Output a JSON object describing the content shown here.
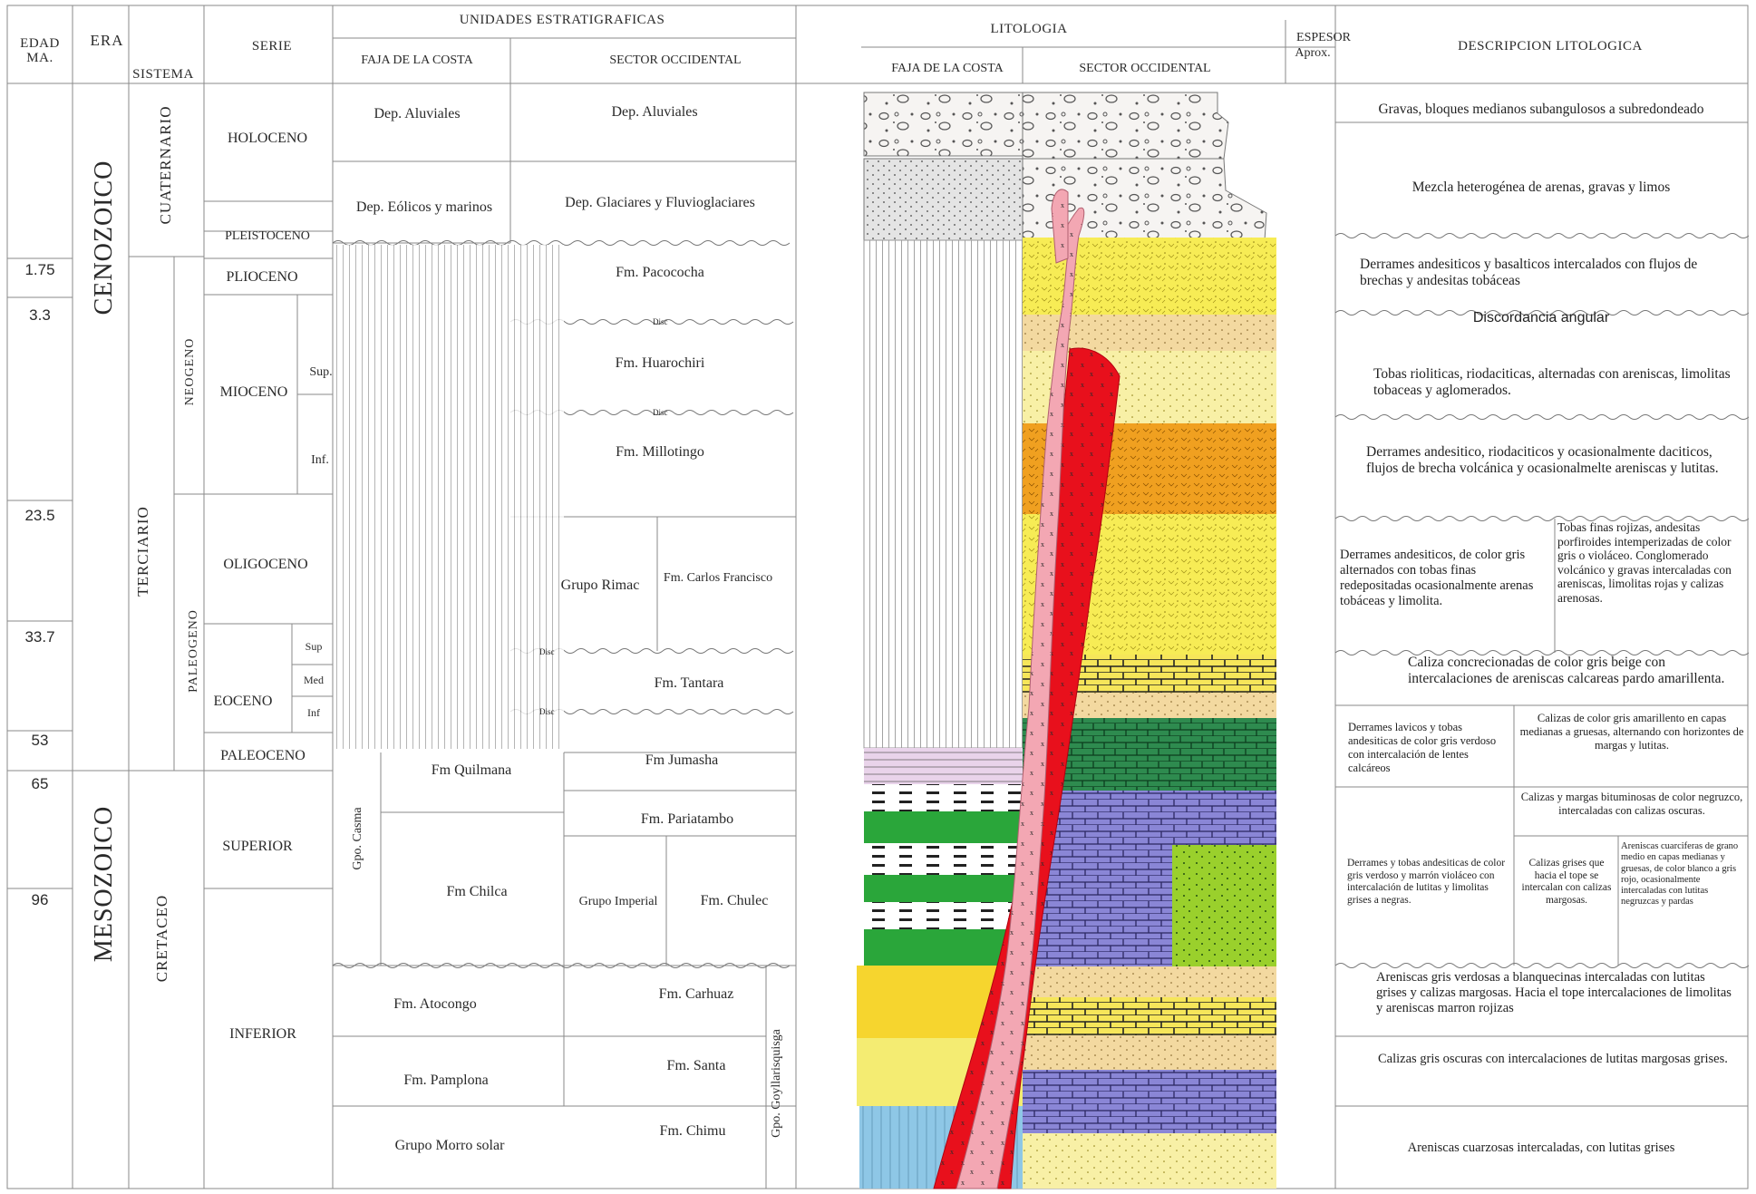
{
  "headers": {
    "edad": [
      "EDAD",
      "MA."
    ],
    "era": "ERA",
    "sistema": "SISTEMA",
    "serie": "SERIE",
    "unidades": "UNIDADES ESTRATIGRAFICAS",
    "faja_costa": "FAJA DE LA COSTA",
    "sector_occidental": "SECTOR OCCIDENTAL",
    "litologia": "LITOLOGIA",
    "espesor": [
      "ESPESOR",
      "Aprox."
    ],
    "descripcion": "DESCRIPCION LITOLOGICA"
  },
  "ages": [
    "1.75",
    "3.3",
    "23.5",
    "33.7",
    "53",
    "65",
    "96"
  ],
  "eras": [
    "CENOZOICO",
    "MESOZOICO"
  ],
  "sistemas": [
    "CUATERNARIO",
    "TERCIARIO",
    "CRETACEO"
  ],
  "subsistemas": [
    "NEOGENO",
    "PALEOGENO"
  ],
  "series": [
    "HOLOCENO",
    "PLEISTOCENO",
    "PLIOCENO",
    "MIOCENO",
    "OLIGOCENO",
    "EOCENO",
    "PALEOCENO",
    "SUPERIOR",
    "INFERIOR"
  ],
  "subseries": [
    "Sup.",
    "Inf.",
    "Sup",
    "Med",
    "Inf"
  ],
  "faja_units": [
    "Dep. Aluviales",
    "Dep. Eólicos y marinos",
    "Fm Quilmana",
    "Fm Chilca",
    "Fm. Atocongo",
    "Fm. Pamplona",
    "Grupo Morro solar"
  ],
  "faja_group": "Gpo. Casma",
  "sector_units": [
    "Dep. Aluviales",
    "Dep. Glaciares y Fluvioglaciares",
    "Fm. Pacococha",
    "Fm. Huarochiri",
    "Fm. Millotingo",
    "Grupo Rimac",
    "Fm. Carlos Francisco",
    "Fm. Tantara",
    "Fm Jumasha",
    "Fm. Pariatambo",
    "Grupo Imperial",
    "Fm. Chulec",
    "Fm. Carhuaz",
    "Fm. Santa",
    "Fm. Chimu"
  ],
  "sector_group": "Gpo. Goyllarisquisga",
  "disc_label": "Disc",
  "descripciones": [
    "Gravas, bloques medianos subangulosos a subredondeado",
    "Mezcla heterogénea de arenas, gravas y limos",
    "Derrames andesiticos y basalticos intercalados con flujos de brechas y andesitas tobáceas",
    "Discordancia angular",
    "Tobas rioliticas, riodaciticas, alternadas con areniscas, limolitas tobaceas y aglomerados.",
    "Derrames andesitico, riodaciticos y ocasionalmente daciticos, flujos de brecha volcánica y ocasionalmelte areniscas y lutitas.",
    "Derrames andesiticos, de color gris alternados con tobas finas redepositadas ocasionalmente arenas tobáceas y limolita.",
    "Tobas finas rojizas, andesitas porfiroides intemperizadas de color gris o violáceo. Conglomerado volcánico y gravas intercaladas con areniscas, limolitas rojas y calizas arenosas.",
    "Caliza concrecionadas de color gris beige con intercalaciones de areniscas calcareas pardo amarillenta.",
    "Derrames lavicos y tobas andesiticas de color gris verdoso con intercalación de lentes calcáreos",
    "Calizas de color gris amarillento en capas medianas a gruesas, alternando con horizontes de margas y lutitas.",
    "Calizas y margas bituminosas de color negruzco, intercaladas con calizas oscuras.",
    "Derrames y tobas andesiticas de color gris verdoso y marrón violáceo con intercalación de lutitas y limolitas grises a negras.",
    "Calizas grises que hacia el tope se intercalan con calizas margosas.",
    "Areniscas cuarciferas de grano medio en capas medianas y gruesas, de color blanco a gris rojo, ocasionalmente intercaladas con lutitas negruzcas y pardas",
    "Areniscas gris verdosas a blanquecinas intercaladas con lutitas grises y calizas margosas. Hacia el tope intercalaciones de limolitas y areniscas marron rojizas",
    "Calizas gris oscuras con intercalaciones de lutitas margosas grises.",
    "Areniscas cuarzosas intercaladas, con lutitas grises"
  ],
  "colors": {
    "line": "#8a8a8a",
    "intrusive_red": "#e8101c",
    "intrusive_pink": "#f3a7b3",
    "yellow": "#f7ec55",
    "orange": "#f0a020",
    "green": "#2e8b4f",
    "blue_purple": "#8a86d6",
    "lime": "#9ad02c",
    "light_blue": "#8ec7e6"
  }
}
